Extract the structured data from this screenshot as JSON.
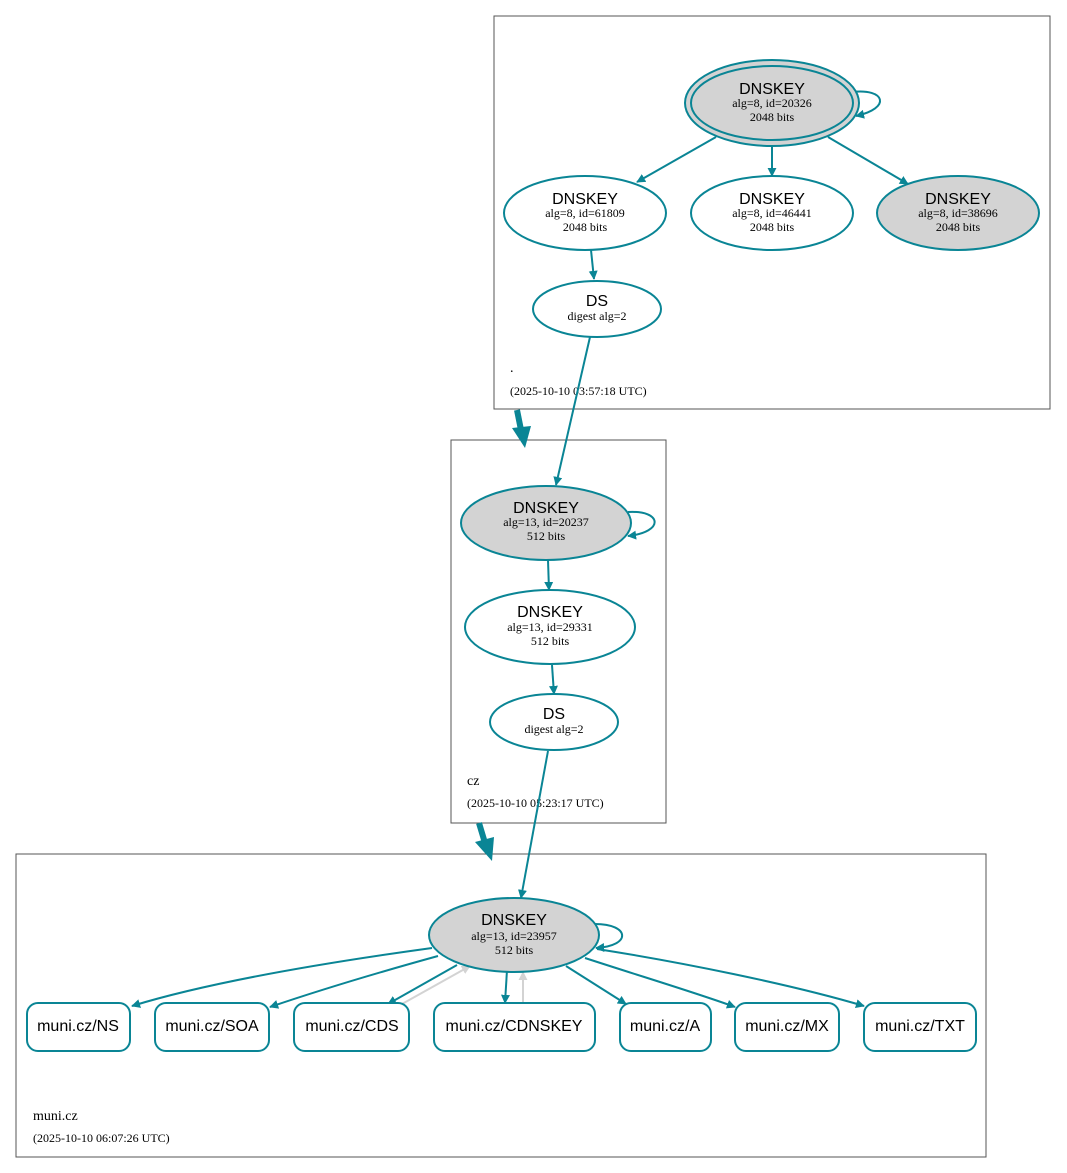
{
  "colors": {
    "edge": "#0a8595",
    "node_fill_sep": "#d3d3d3",
    "node_fill_plain": "#ffffff",
    "edge_grey": "#d3d3d3",
    "zone_border": "#555555"
  },
  "zones": {
    "root": {
      "label": ".",
      "timestamp": "(2025-10-10 03:57:18 UTC)"
    },
    "cz": {
      "label": "cz",
      "timestamp": "(2025-10-10 05:23:17 UTC)"
    },
    "muni": {
      "label": "muni.cz",
      "timestamp": "(2025-10-10 06:07:26 UTC)"
    }
  },
  "nodes": {
    "root_ksk": {
      "type": "DNSKEY",
      "detail": "alg=8, id=20326",
      "size": "2048 bits"
    },
    "root_zsk1": {
      "type": "DNSKEY",
      "detail": "alg=8, id=61809",
      "size": "2048 bits"
    },
    "root_zsk2": {
      "type": "DNSKEY",
      "detail": "alg=8, id=46441",
      "size": "2048 bits"
    },
    "root_ksk2": {
      "type": "DNSKEY",
      "detail": "alg=8, id=38696",
      "size": "2048 bits"
    },
    "root_ds": {
      "type": "DS",
      "detail": "digest alg=2"
    },
    "cz_ksk": {
      "type": "DNSKEY",
      "detail": "alg=13, id=20237",
      "size": "512 bits"
    },
    "cz_zsk": {
      "type": "DNSKEY",
      "detail": "alg=13, id=29331",
      "size": "512 bits"
    },
    "cz_ds": {
      "type": "DS",
      "detail": "digest alg=2"
    },
    "muni_ksk": {
      "type": "DNSKEY",
      "detail": "alg=13, id=23957",
      "size": "512 bits"
    }
  },
  "rrsets": [
    "muni.cz/NS",
    "muni.cz/SOA",
    "muni.cz/CDS",
    "muni.cz/CDNSKEY",
    "muni.cz/A",
    "muni.cz/MX",
    "muni.cz/TXT"
  ]
}
